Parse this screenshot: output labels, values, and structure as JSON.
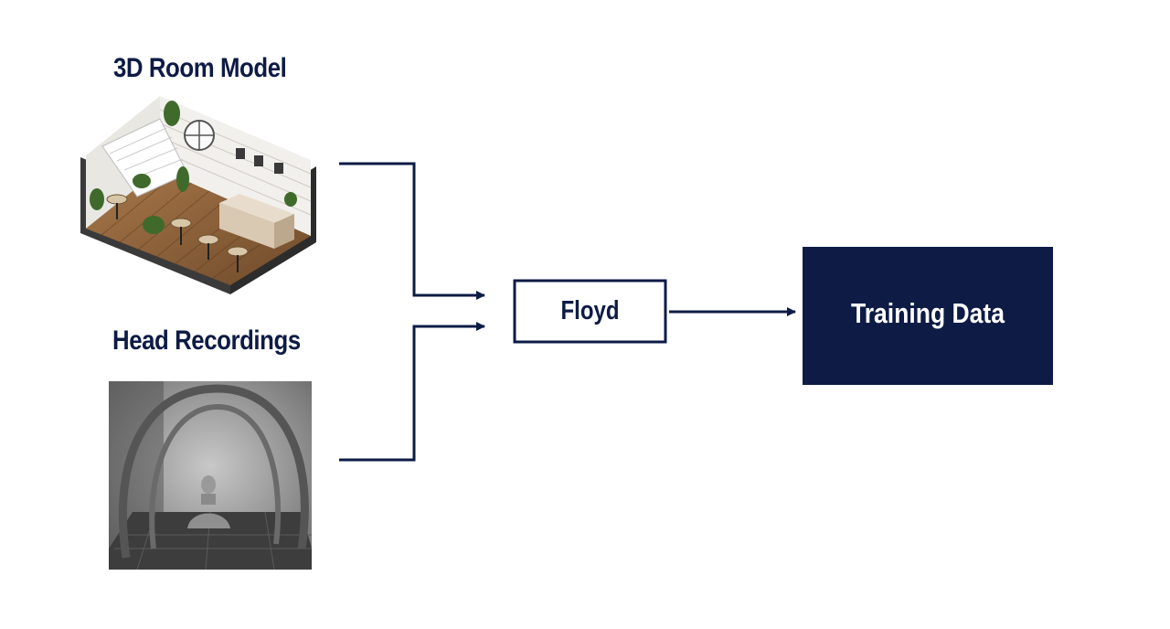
{
  "inputs": {
    "room_model": {
      "label": "3D Room Model"
    },
    "head_recordings": {
      "label": "Head Recordings"
    }
  },
  "process": {
    "label": "Floyd"
  },
  "output": {
    "label": "Training Data"
  },
  "colors": {
    "navy": "#0d1b45",
    "white": "#ffffff"
  },
  "icons": [
    "isometric-room-illustration",
    "head-recording-rig-photo",
    "arrow-right-icon"
  ]
}
